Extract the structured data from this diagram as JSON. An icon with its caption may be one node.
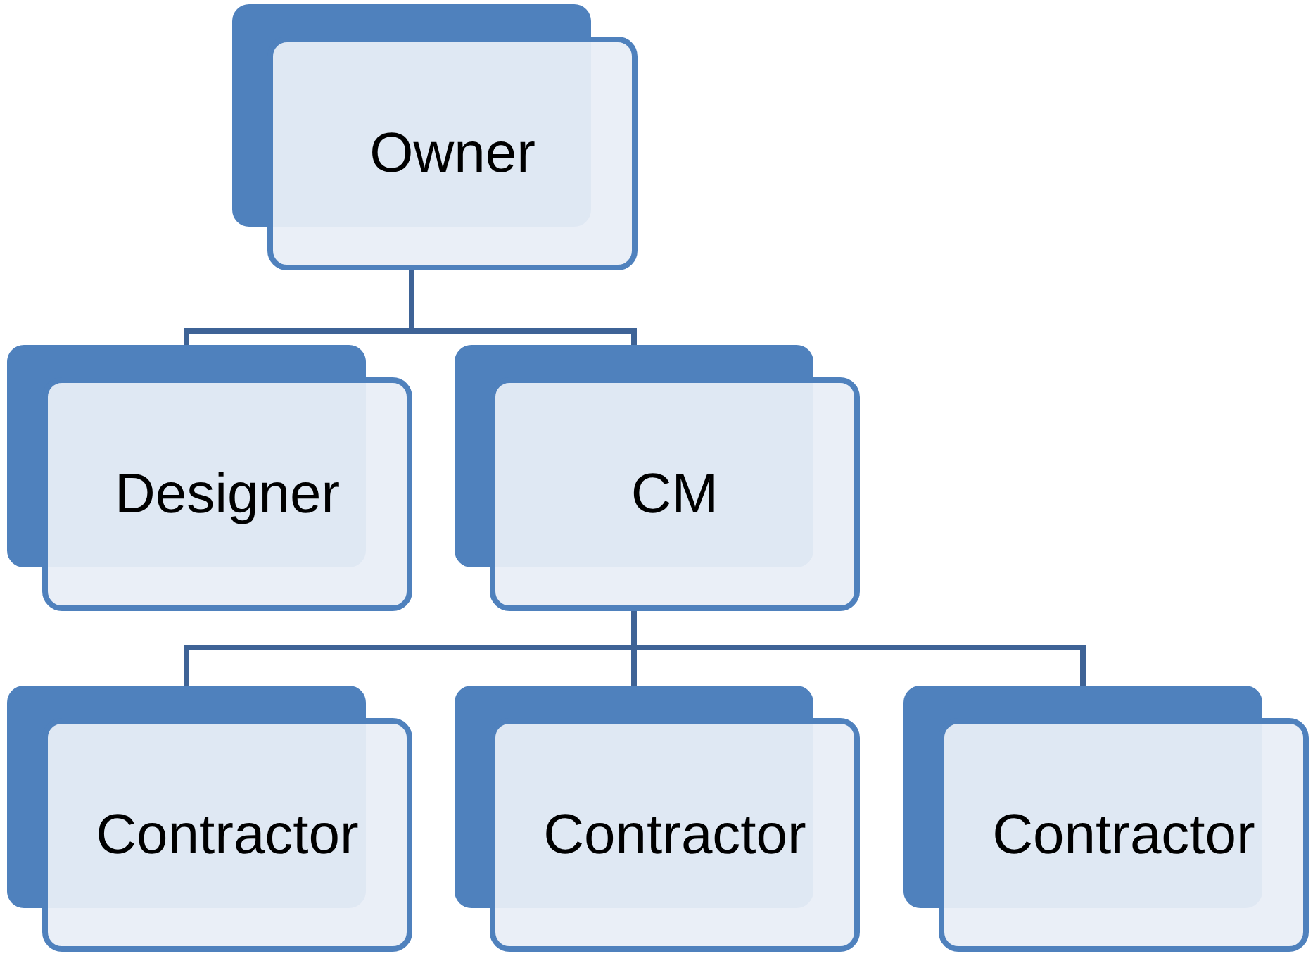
{
  "diagram": {
    "nodes": [
      {
        "text": [
          "Owner"
        ]
      },
      {
        "text": [
          "Designer"
        ]
      },
      {
        "text": [
          "CM"
        ]
      },
      {
        "text": [
          "Contractor"
        ]
      },
      {
        "text": [
          "Contractor"
        ]
      },
      {
        "text": [
          "Contractor"
        ]
      }
    ],
    "edges": [
      {
        "from": 0,
        "to": 1,
        "arrow": "none"
      },
      {
        "from": 0,
        "to": 2,
        "arrow": "none"
      },
      {
        "from": 2,
        "to": 3,
        "arrow": "none"
      },
      {
        "from": 2,
        "to": 4,
        "arrow": "none"
      },
      {
        "from": 2,
        "to": 5,
        "arrow": "none"
      }
    ]
  }
}
